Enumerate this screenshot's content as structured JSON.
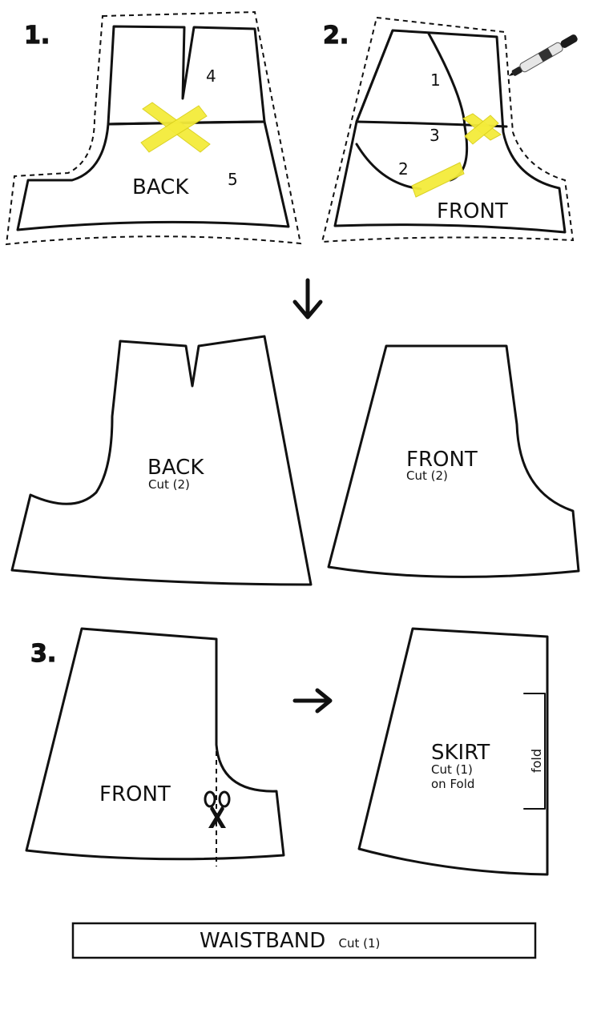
{
  "steps": {
    "one": "1.",
    "two": "2.",
    "three": "3."
  },
  "step1": {
    "label": "BACK",
    "piece_numbers": [
      "4",
      "5"
    ]
  },
  "step2": {
    "label": "FRONT",
    "piece_numbers": [
      "1",
      "3",
      "2"
    ]
  },
  "result": {
    "back_label": "BACK",
    "back_cut": "Cut (2)",
    "front_label": "FRONT",
    "front_cut": "Cut (2)"
  },
  "step3": {
    "front_label": "FRONT",
    "skirt_label": "SKIRT",
    "skirt_cut": "Cut (1)",
    "skirt_fold_note": "on Fold",
    "fold_marker": "fold"
  },
  "waistband": {
    "label": "WAISTBAND",
    "cut": "Cut (1)"
  },
  "icons": [
    "arrow-down-icon",
    "arrow-right-icon",
    "scissors-icon",
    "marker-pen-icon"
  ],
  "colors": {
    "tape": "#f4ec3b",
    "ink": "#111111",
    "background": "#ffffff"
  }
}
